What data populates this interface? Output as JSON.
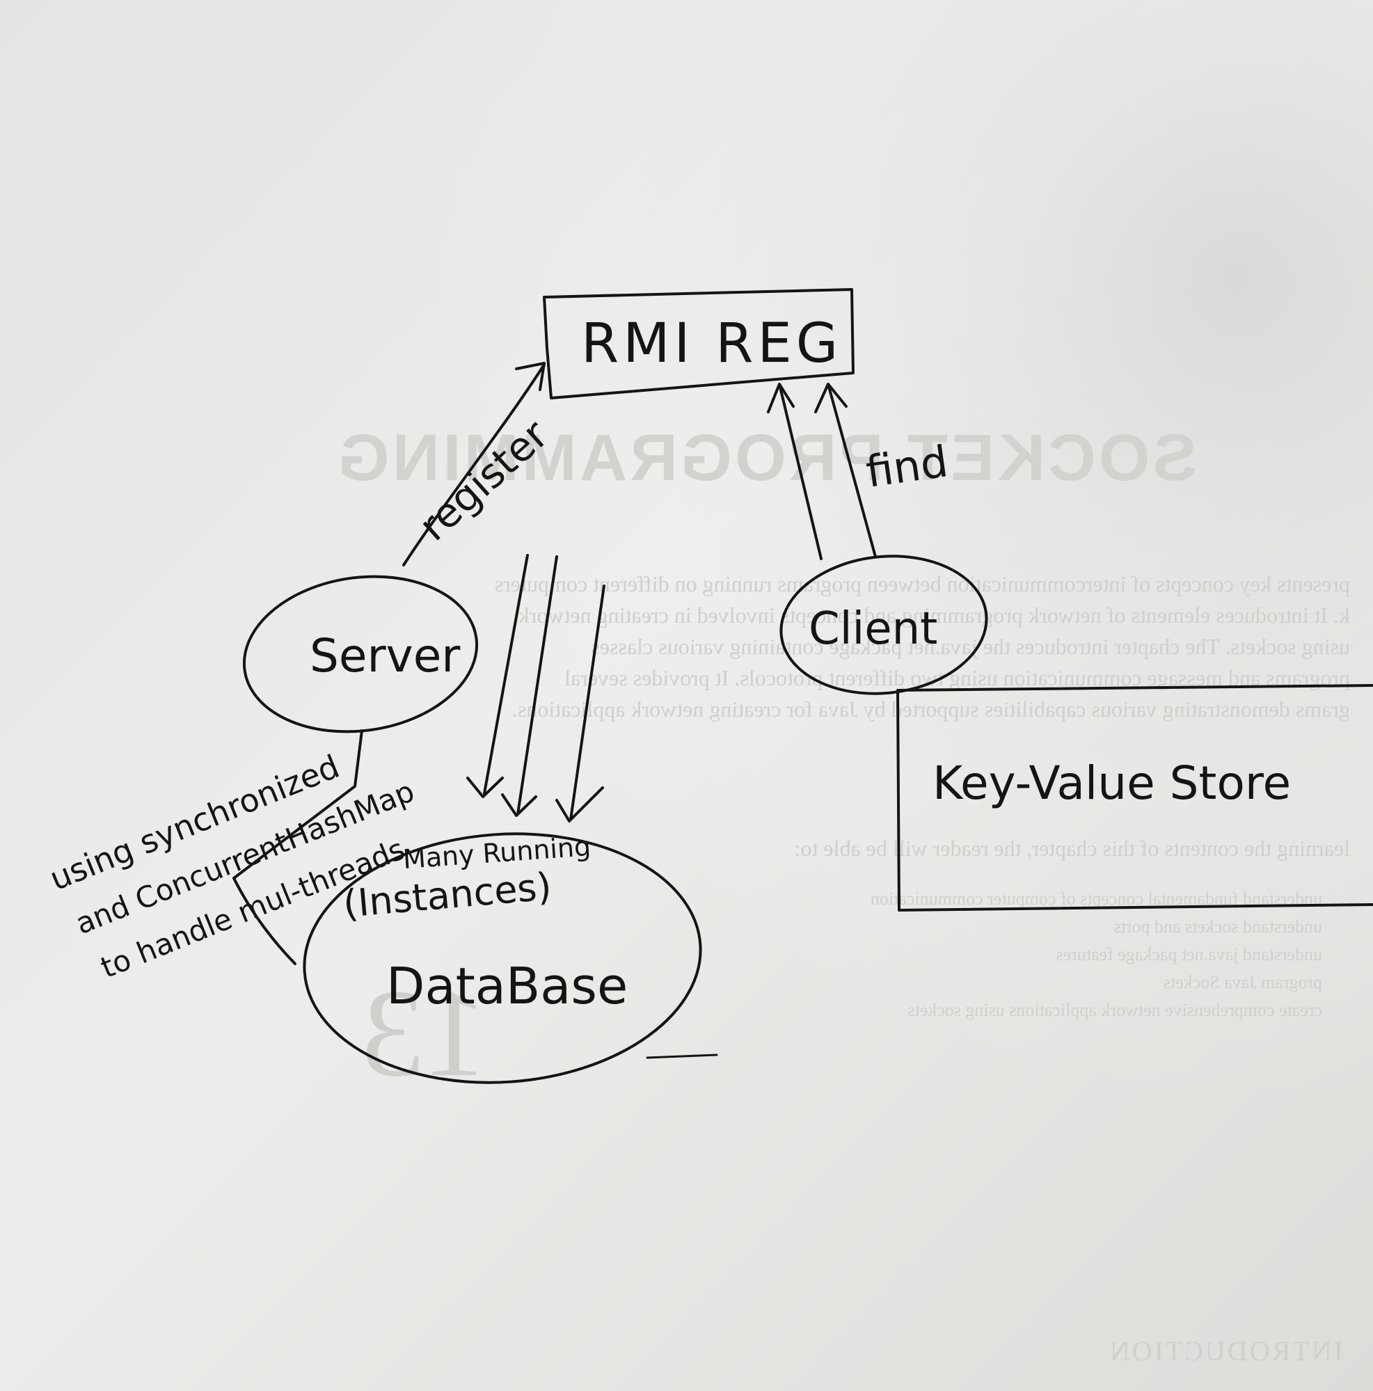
{
  "diagram": {
    "nodes": {
      "rmi_registry": "RMI REG",
      "server": "Server",
      "client": "Client",
      "key_value_store": "Key-Value Store",
      "database": "DataBase",
      "database_note_1": "Many Running",
      "database_note_2": "(Instances)"
    },
    "edges": {
      "server_to_registry": "register",
      "client_to_registry": "find"
    },
    "side_note": {
      "line1": "using synchronized",
      "line2": "and ConcurrentHashMap",
      "line3": "to handle mul-threads"
    }
  },
  "page_bleed": {
    "chapter_title": "SOCKET PROGRAMMING",
    "chapter_number": "13",
    "footer": "INTRODUCTION",
    "lines": [
      "presents key concepts of intercommunication between programs running on different computers",
      "k. It introduces elements of network programming and concepts involved in creating network",
      "using sockets. The chapter introduces the java.net package containing various classes",
      "programs and message communication using two different protocols. It provides several",
      "grams demonstrating various capabilities supported by Java for creating network applications.",
      "learning the contents of this chapter, the reader will be able to:",
      "understand fundamental concepts of computer communication",
      "understand sockets and ports",
      "understand java.net package features",
      "program Java Sockets",
      "create comprehensive network applications using sockets"
    ]
  }
}
